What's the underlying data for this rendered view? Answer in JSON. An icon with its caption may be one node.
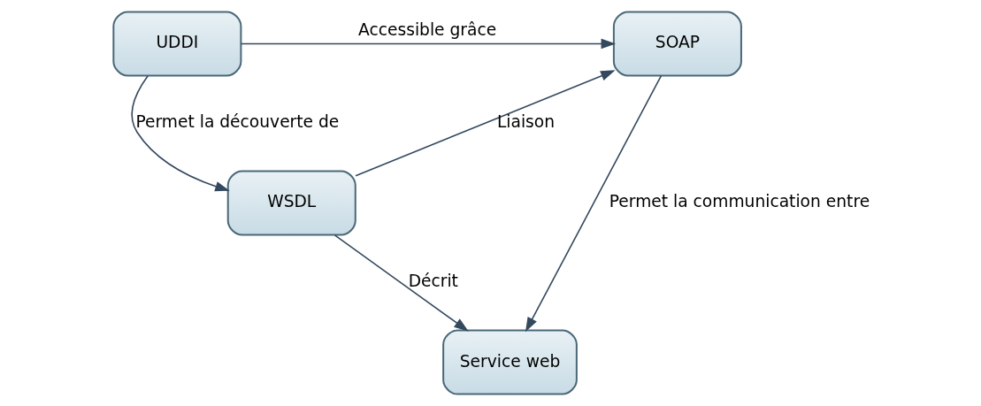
{
  "diagram": {
    "nodes": [
      {
        "text": [
          "UDDI"
        ]
      },
      {
        "text": [
          "SOAP"
        ]
      },
      {
        "text": [
          "WSDL"
        ]
      },
      {
        "text": [
          "Service web"
        ]
      }
    ],
    "edges": [
      {
        "from": 0,
        "to": 1,
        "arrow": "to",
        "label": "Accessible grâce"
      },
      {
        "from": 0,
        "to": 2,
        "arrow": "to",
        "label": "Permet la découverte de"
      },
      {
        "from": 2,
        "to": 1,
        "arrow": "to",
        "label": "Liaison"
      },
      {
        "from": 2,
        "to": 3,
        "arrow": "to",
        "label": "Décrit"
      },
      {
        "from": 1,
        "to": 3,
        "arrow": "to",
        "label": "Permet la communication entre"
      }
    ]
  }
}
